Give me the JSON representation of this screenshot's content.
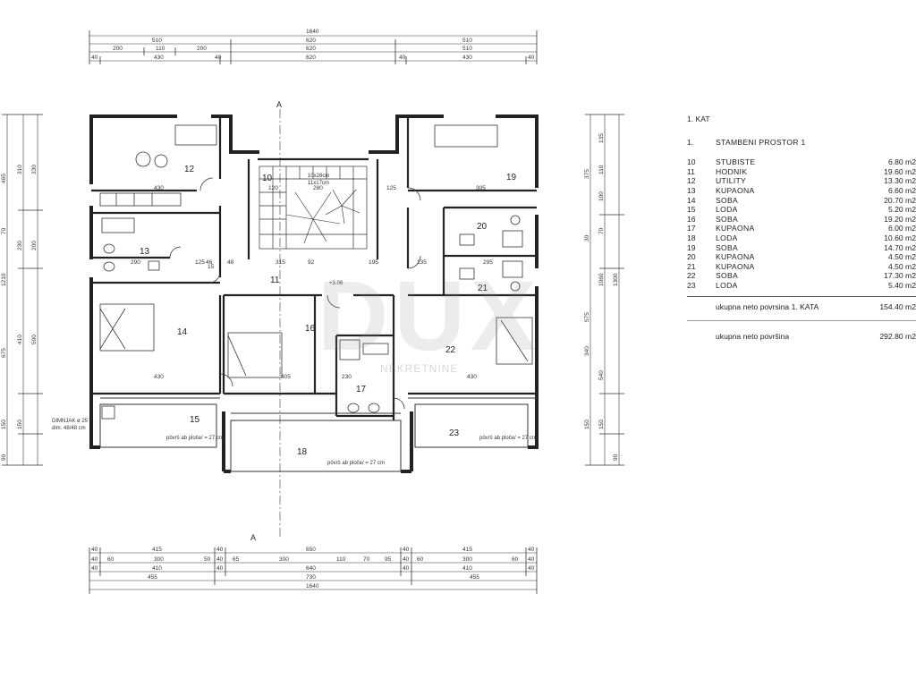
{
  "legend": {
    "floor": "1. KAT",
    "unit_number": "1.",
    "unit_name": "STAMBENI PROSTOR 1",
    "rooms": [
      {
        "num": "10",
        "name": "STUBISTE",
        "area": "6.80 m2"
      },
      {
        "num": "11",
        "name": "HODNIK",
        "area": "19.60 m2"
      },
      {
        "num": "12",
        "name": "UTILITY",
        "area": "13.30 m2"
      },
      {
        "num": "13",
        "name": "KUPAONA",
        "area": "6.60 m2"
      },
      {
        "num": "14",
        "name": "SOBA",
        "area": "20.70 m2"
      },
      {
        "num": "15",
        "name": "LODA",
        "area": "5.20 m2"
      },
      {
        "num": "16",
        "name": "SOBA",
        "area": "19.20 m2"
      },
      {
        "num": "17",
        "name": "KUPAONA",
        "area": "6.00 m2"
      },
      {
        "num": "18",
        "name": "LODA",
        "area": "10.60 m2"
      },
      {
        "num": "19",
        "name": "SOBA",
        "area": "14.70 m2"
      },
      {
        "num": "20",
        "name": "KUPAONA",
        "area": "4.50 m2"
      },
      {
        "num": "21",
        "name": "KUPAONA",
        "area": "4.50 m2"
      },
      {
        "num": "22",
        "name": "SOBA",
        "area": "17.30 m2"
      },
      {
        "num": "23",
        "name": "LODA",
        "area": "5.40 m2"
      }
    ],
    "total_floor_label": "ukupna neto povrsina 1. KATA",
    "total_floor_value": "154.40 m2",
    "total_label": "ukupna neto površina",
    "total_value": "292.80 m2"
  },
  "plan": {
    "room_numbers": [
      "10",
      "11",
      "12",
      "13",
      "14",
      "15",
      "16",
      "17",
      "18",
      "19",
      "20",
      "21",
      "22",
      "23"
    ],
    "section_marks": [
      "A",
      "A"
    ],
    "level_mark": "+3.06",
    "chimney_label_1": "DIMNJAK ø 25",
    "chimney_label_2": "dim. 48/48 cm",
    "stair_label_1": "10x28cm",
    "stair_label_2": "11x17cm",
    "floor_note": "pövrš ab ploče/ = 27 cm",
    "top_dims": {
      "row1": [
        "1640"
      ],
      "row2": [
        "510",
        "620",
        "510"
      ],
      "row3": [
        "200",
        "110",
        "200",
        "620",
        "510"
      ],
      "row4": [
        "40",
        "430",
        "40",
        "620",
        "40",
        "430",
        "40"
      ]
    },
    "bottom_dims": {
      "row1": [
        "40",
        "415",
        "40",
        "650",
        "40",
        "415",
        "40"
      ],
      "row2": [
        "40",
        "60",
        "300",
        "50",
        "40",
        "65",
        "300",
        "110",
        "70",
        "95",
        "40",
        "60",
        "300",
        "60",
        "40"
      ],
      "row3": [
        "40",
        "410",
        "40",
        "640",
        "40",
        "410",
        "40"
      ],
      "row4": [
        "455",
        "730",
        "455"
      ],
      "row5": [
        "1640"
      ]
    },
    "inner_dims": [
      "430",
      "120",
      "280",
      "125",
      "305",
      "290",
      "125",
      "315",
      "92",
      "195",
      "135",
      "295",
      "430",
      "405",
      "230",
      "430",
      "48",
      "46",
      "15"
    ],
    "left_dims": [
      "465",
      "310",
      "330",
      "1210",
      "675",
      "410",
      "590",
      "70",
      "230",
      "200",
      "150",
      "150",
      "90"
    ],
    "right_dims": [
      "375",
      "135",
      "110",
      "1060",
      "1300",
      "575",
      "540",
      "340",
      "150",
      "150",
      "90",
      "100",
      "70",
      "30"
    ],
    "watermark": "DUX",
    "watermark_sub": "NEKRETNINE"
  }
}
